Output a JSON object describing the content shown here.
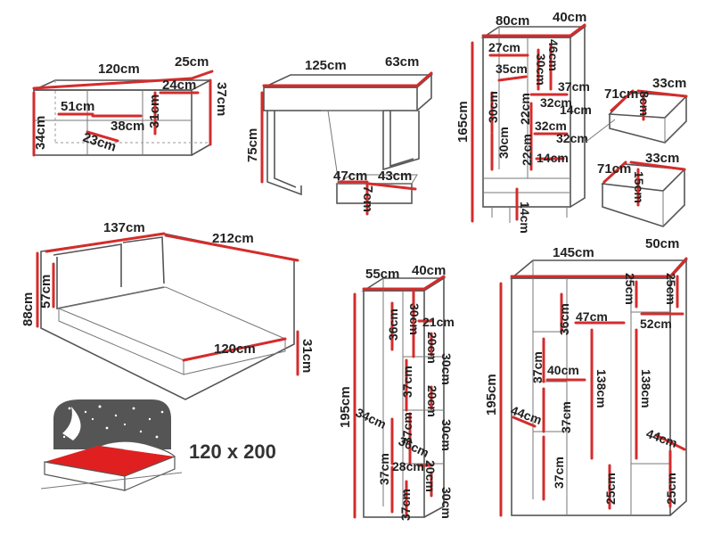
{
  "colors": {
    "dimension_line": "#d42c2c",
    "outline": "#555555",
    "sky": "#555555",
    "sheet": "#e02020"
  },
  "shelf": {
    "width": "120cm",
    "depth": "25cm",
    "height": "37cm",
    "left_height": "34cm",
    "inner1": "51cm",
    "inner2": "24cm",
    "inner3": "31cm",
    "inner4": "38cm",
    "inner5": "23cm"
  },
  "desk": {
    "width": "125cm",
    "depth": "63cm",
    "height": "75cm",
    "drawer_width": "47cm",
    "drawer_depth": "43cm",
    "drawer_height": "7cm"
  },
  "cabinet": {
    "width": "80cm",
    "depth": "40cm",
    "height": "165cm",
    "d1": "27cm",
    "d2": "46cm",
    "d3": "35cm",
    "d4": "30cm",
    "d5": "37cm",
    "d6": "30cm",
    "d7": "22cm",
    "d8": "32cm",
    "d9": "14cm",
    "d10": "32cm",
    "d11": "32cm",
    "d12": "30cm",
    "d13": "22cm",
    "d14": "14cm",
    "d15": "14cm",
    "drawer1_w": "71cm",
    "drawer1_d": "33cm",
    "drawer1_h": "8cm",
    "drawer2_w": "71cm",
    "drawer2_d": "33cm",
    "drawer2_h": "15cm"
  },
  "bed": {
    "width": "137cm",
    "length": "212cm",
    "height": "88cm",
    "head": "57cm",
    "mattress": "120cm",
    "base": "31cm",
    "size_label": "120 x 200"
  },
  "tall_cabinet": {
    "width": "55cm",
    "depth": "40cm",
    "height": "195cm",
    "a": "36cm",
    "b": "30cm",
    "c": "21cm",
    "d": "20cm",
    "e": "30cm",
    "f": "37cm",
    "g": "20cm",
    "h": "37cm",
    "i": "34cm",
    "j": "30cm",
    "k": "36cm",
    "l": "28cm",
    "m": "20cm",
    "n": "37cm",
    "o": "37cm",
    "p": "30cm"
  },
  "wardrobe": {
    "width": "145cm",
    "depth": "50cm",
    "height": "195cm",
    "a": "25cm",
    "b": "25cm",
    "c": "36cm",
    "d": "47cm",
    "e": "52cm",
    "f": "37cm",
    "g": "40cm",
    "h": "138cm",
    "i": "138cm",
    "j": "44cm",
    "k": "37cm",
    "l": "44cm",
    "m": "37cm",
    "n": "25cm",
    "o": "25cm"
  }
}
